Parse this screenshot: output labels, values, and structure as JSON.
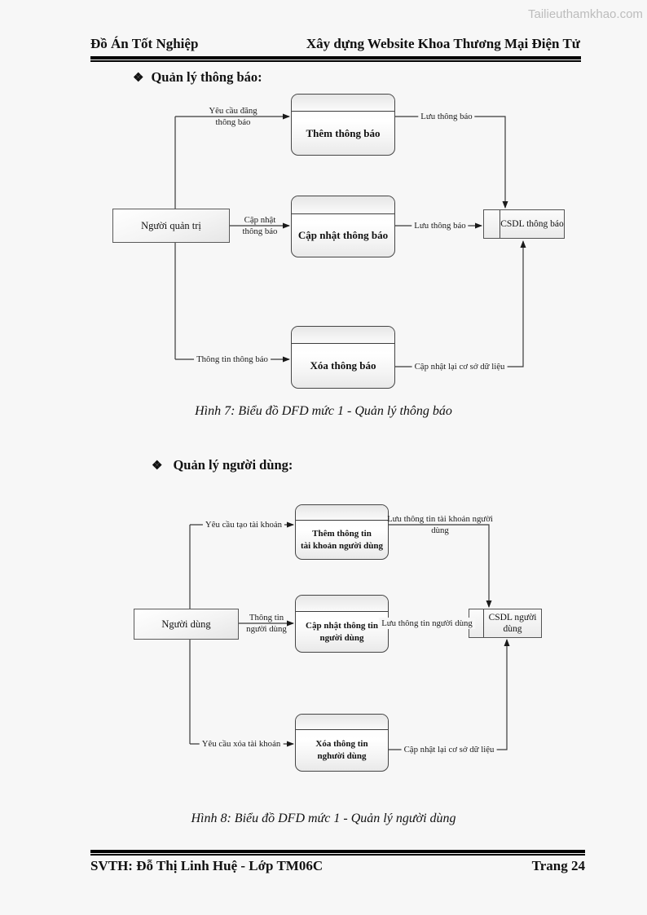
{
  "watermark": "Tailieuthamkhao.com",
  "header": {
    "left": "Đồ Án Tốt Nghiệp",
    "right": "Xây dựng Website Khoa Thương Mại Điện Tử"
  },
  "sections": {
    "s1": {
      "bullet": "❖",
      "title": "Quản lý thông báo:"
    },
    "s2": {
      "bullet": "❖",
      "title": "Quản lý người dùng:"
    }
  },
  "diagram1": {
    "entity": "Người quản trị",
    "datastore": "CSDL thông báo",
    "processes": {
      "p1": "Thêm thông báo",
      "p2": "Cập nhật thông báo",
      "p3": "Xóa thông báo"
    },
    "flows": {
      "f1a": "Yêu cầu đăng",
      "f1b": "thông báo",
      "f2": "Lưu thông báo",
      "f3a": "Cập nhật",
      "f3b": "thông báo",
      "f4": "Lưu thông báo",
      "f5": "Thông tin thông báo",
      "f6": "Cập nhật lại cơ sở dữ liệu"
    },
    "caption": "Hình 7: Biểu đồ DFD mức 1 - Quản lý thông báo"
  },
  "diagram2": {
    "entity": "Người dùng",
    "datastore": {
      "line1": "CSDL người",
      "line2": "dùng"
    },
    "processes": {
      "p1a": "Thêm thông tin",
      "p1b": "tài khoản người dùng",
      "p2a": "Cập nhật thông tin",
      "p2b": "người dùng",
      "p3a": "Xóa thông tin",
      "p3b": "nghười dùng"
    },
    "flows": {
      "f1": "Yêu cầu tạo tài khoản",
      "f2a": "Lưu thông tin tài khoản người",
      "f2b": "dùng",
      "f3a": "Thông tin",
      "f3b": "người dùng",
      "f4": "Lưu thông tin người dùng",
      "f5": "Yêu cầu xóa tài khoản",
      "f6": "Cập nhật lại cơ sở dữ liệu"
    },
    "caption": "Hình 8: Biểu đồ DFD mức 1 - Quản lý người dùng"
  },
  "footer": {
    "left": "SVTH: Đỗ Thị Linh Huệ - Lớp TM06C",
    "right": "Trang 24"
  },
  "colors": {
    "page_bg": "#f7f7f7",
    "line": "#3a3a3a",
    "watermark_text": "#bcbcbc"
  }
}
